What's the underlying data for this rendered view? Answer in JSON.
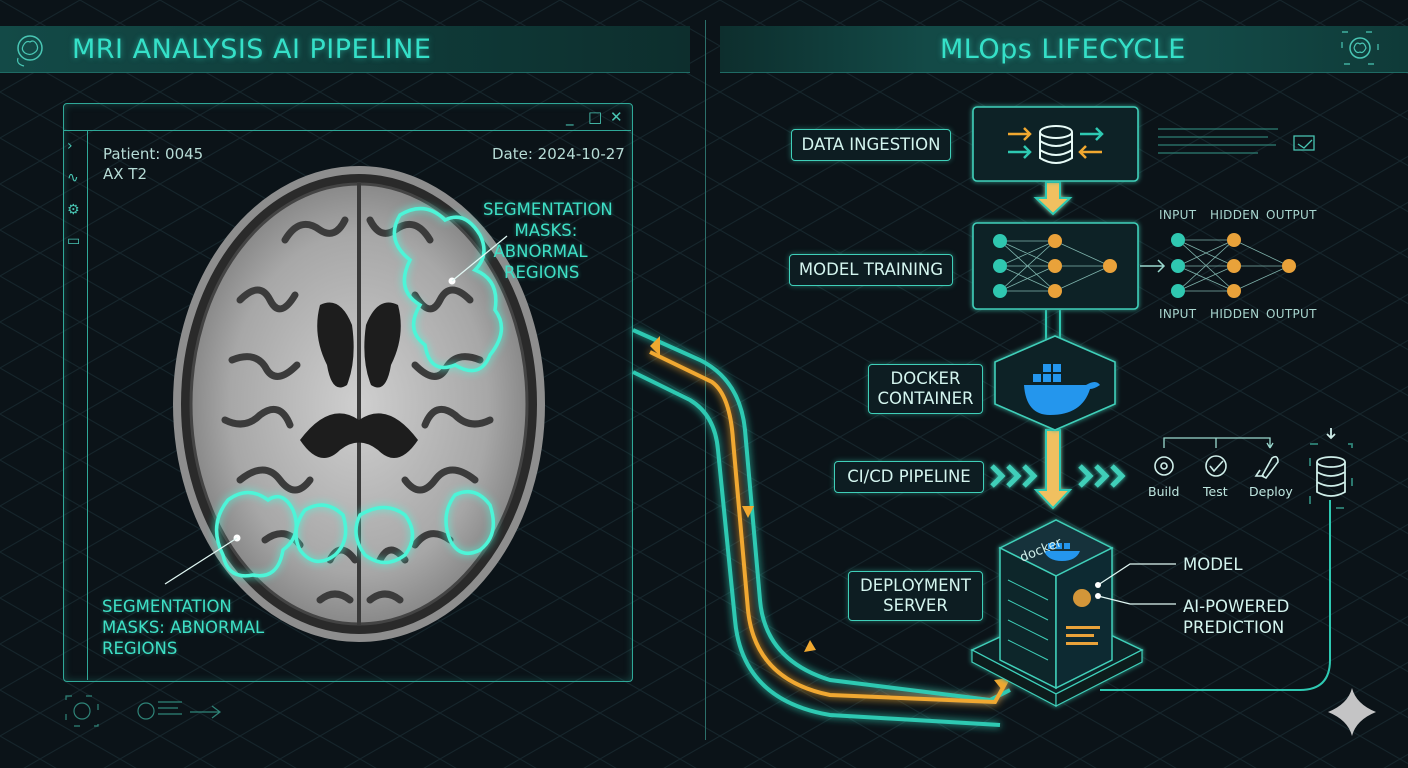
{
  "headers": {
    "left_title": "MRI ANALYSIS AI PIPELINE",
    "right_title": "MLOps LIFECYCLE"
  },
  "mri_panel": {
    "patient": "Patient: 0045",
    "sequence": "AX T2",
    "date": "Date: 2024-10-27",
    "segmentation_label_right": "SEGMENTATION\n      MASKS:\n  ABNORMAL\n    REGIONS",
    "segmentation_label_left": "SEGMENTATION\nMASKS: ABNORMAL\nREGIONS",
    "window_controls": [
      "_",
      "□",
      "✕"
    ]
  },
  "mlops": {
    "stages": {
      "data_ingestion": "DATA INGESTION",
      "model_training": "MODEL TRAINING",
      "docker_container": "DOCKER\nCONTAINER",
      "cicd_pipeline": "CI/CD PIPELINE",
      "deployment_server": "DEPLOYMENT\nSERVER"
    },
    "nn_labels_top": [
      "INPUT",
      "HIDDEN",
      "OUTPUT"
    ],
    "nn_labels_bottom": [
      "INPUT",
      "HIDDEN",
      "OUTPUT"
    ],
    "cicd_steps": [
      "Build",
      "Test",
      "Deploy"
    ],
    "server_callouts": {
      "model": "MODEL",
      "prediction": "AI-POWERED\nPREDICTION"
    },
    "server_brand": "docker"
  },
  "colors": {
    "accent_teal": "#35e0c8",
    "pipe_orange": "#f0a830",
    "neuron_teal": "#2fc7b0",
    "neuron_orange": "#e9a23a",
    "background": "#0b1318"
  }
}
